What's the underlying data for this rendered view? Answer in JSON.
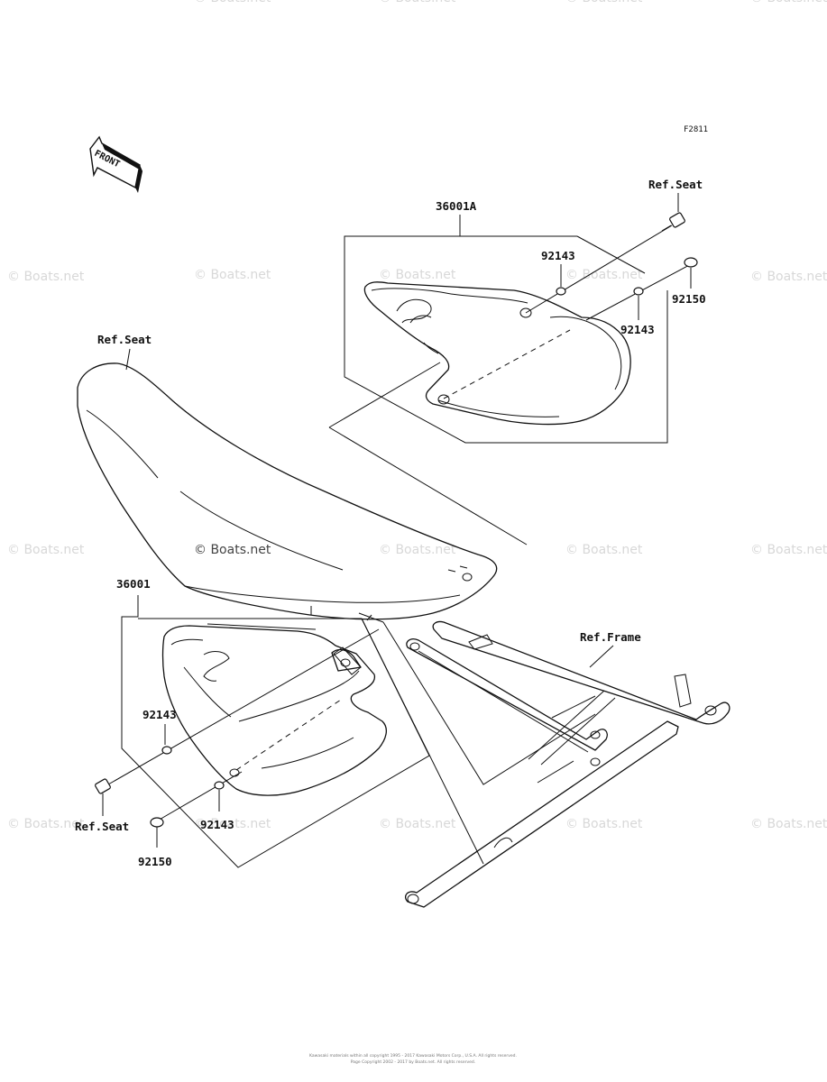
{
  "figure_code": "F2811",
  "front_arrow_label": "FRONT",
  "watermark_text": "© Boats.net",
  "center_watermark_text": "© Boats.net",
  "labels": {
    "part_36001A": "36001A",
    "part_36001": "36001",
    "ref_seat_top": "Ref.Seat",
    "ref_seat_left": "Ref.Seat",
    "ref_seat_bottom": "Ref.Seat",
    "ref_frame": "Ref.Frame",
    "part_92143_top": "92143",
    "part_92143_right": "92143",
    "part_92150_right": "92150",
    "part_92143_left": "92143",
    "part_92143_bottom": "92143",
    "part_92150_bottom": "92150"
  },
  "footer": {
    "line1": "Kawasaki materials within all copyright 1995 - 2017 Kawasaki Motors Corp., U.S.A. All rights reserved.",
    "line2": "Page Copyright 2002 - 2017 by Boats.net. All rights reserved."
  }
}
